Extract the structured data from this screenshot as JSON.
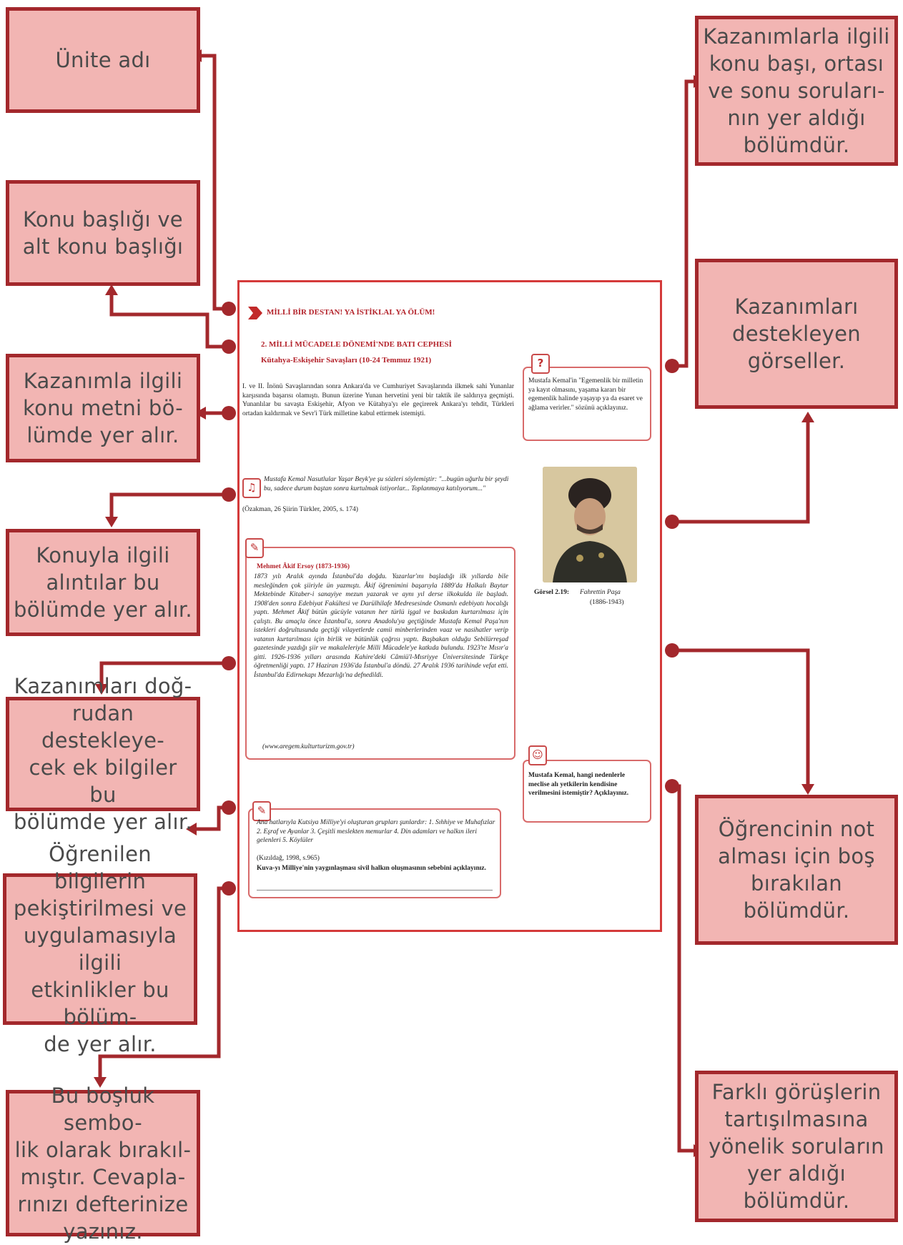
{
  "colors": {
    "box_fill": "#f2b5b3",
    "box_border": "#a3282c",
    "connector": "#a3282c",
    "page_border": "#d43a3a"
  },
  "labels": {
    "unite_adi": "Ünite adı",
    "konu_basligi": "Konu başlığı ve\nalt konu başlığı",
    "konu_metni": "Kazanımla ilgili\nkonu metni bö-\nlümde yer alır.",
    "alintilar": "Konuyla ilgili\nalıntılar bu\nbölümde yer alır.",
    "ek_bilgiler": "Kazanımları doğ-\nrudan destekleye-\ncek  ek bilgiler bu\nbölümde yer alır.",
    "etkinlikler": "Öğrenilen bilgilerin\npekiştirilmesi ve\nuygulamasıyla ilgili\netkinlikler bu bölüm-\nde yer alır.",
    "bosluk": "Bu boşluk sembo-\nlik olarak bırakıl-\nmıştır. Cevapla-\nrınızı defterinize\nyazınız.",
    "sorular": "Kazanımlarla ilgili\nkonu başı, ortası\nve sonu soruları-\nnın yer aldığı\nbölümdür.",
    "gorseller": "Kazanımları\ndestekleyen\ngörseller.",
    "not": "Öğrencinin not\nalması için boş\nbırakılan\nbölümdür.",
    "farkli_gorusler": "Farklı görüşlerin\ntartışılmasına\nyönelik soruların\nyer aldığı\nbölümdür."
  },
  "page": {
    "unit_title": "MİLLİ BİR DESTAN! YA İSTİKLAL YA ÖLÜM!",
    "section_title": "2. MİLLİ MÜCADELE DÖNEMİ'NDE BATI CEPHESİ",
    "subsection_title": "Kütahya-Eskişehir Savaşları (10-24 Temmuz 1921)",
    "body_text": "I. ve II. İnönü Savaşlarından sonra Ankara'da ve Cumhuriyet Savaşlarında ilkmek sahi Yunanlar karşısında başarısı olamıştı. Bunun üzerine Yunan hervetini yeni bir taktik ile saldırıya geçmişti. Yunanlılar bu savaşta Eskişehir, Afyon ve Kütahya'yı ele geçirerek Ankara'yı tehdit, Türkleri ortadan kaldırmak ve Sevr'i Türk milletine kabul ettirmek istemişti.",
    "quote_text": "Mustafa Kemal Nasutlular Yaşar Beyk'ye şu sözleri söylemiştir: \"...bugün uğurlu bir şeydi bu, sadece durum baştan sonra kurtulmak istiyorlar... Toplanmaya katılıyorum...\"",
    "quote_source": "(Özakman, 26 Şiirin Türkler, 2005, s. 174)",
    "info_title": "Mehmet Âkif Ersoy (1873-1936)",
    "info_text": "1873 yılı Aralık ayında İstanbul'da doğdu. Yazarlar'ını başladığı ilk yıllarda bile mesleğinden çok şiiriyle ün yazmıştı. Âkif öğrenimini başarıyla 1889'da Halkalı Baytar Mektebinde Kitaber-i sanayiye mezun yazarak ve aynı yıl derse ilkokulda ile başladı. 1908'den sonra Edebiyat Fakültesi ve Darülhilafe Medresesinde Osmanlı edebiyatı hocalığı yaptı. Mehmet Âkif bütün gücüyle vatanın her türlü işgal ve baskıdan kurtarılması için çalıştı. Bu amaçla önce İstanbul'a, sonra Anadolu'ya geçtiğinde Mustafa Kemal Paşa'nın istekleri doğrultusunda geçtiği vilayetlerde camii minberlerinden vaaz ve nasihatler verip vatanın kurtarılması için birlik ve bütünlük çağrısı yaptı. Başbakan olduğu Sebilürreşad gazetesinde yazdığı şiir ve makaleleriyle Milli Mücadele'ye katkıda bulundu. 1923'te Mısır'a gitti. 1926-1936 yılları arasında Kahire'deki Câmiü'l-Mısriyye Üniversitesinde Türkçe öğretmenliği yaptı. 17 Haziran 1936'da İstanbul'a döndü. 27 Aralık 1936 tarihinde vefat etti. İstanbul'da Edirnekapı Mezarlığı'na defnedildi.",
    "info_source": "(www.aregem.kulturturizm.gov.tr)",
    "activity_text": "Ana hatlarıyla Kutsiya Milliye'yi oluşturan grupları şunlardır: 1. Sıhhiye ve Muhafızlar 2. Eşraf ve Ayanlar 3. Çeşitli meslekten memurlar 4. Din adamları ve halkın ileri gelenleri 5. Köylüler",
    "activity_source": "(Kızıldağ, 1998, s.965)",
    "activity_question": "Kuva-yı Milliye'nin yaygınlaşması sivil halkın oluşmasının sebebini açıklayınız.",
    "question_text": "Mustafa Kemal'in \"Egemenlik bir milletin ya kayıt olmasını, yaşama kararı bir egemenlik halinde yaşayıp ya da esaret ve ağlama verirler.\" sözünü açıklayınız.",
    "photo_caption_label": "Görsel 2.19:",
    "photo_caption_name": "Fahrettin Paşa",
    "photo_caption_years": "(1886-1943)",
    "discussion_text": "Mustafa Kemal, hangi nedenlerle meclise alı yetkilerin kendisine verilmesini istemiştir? Açıklayınız."
  }
}
